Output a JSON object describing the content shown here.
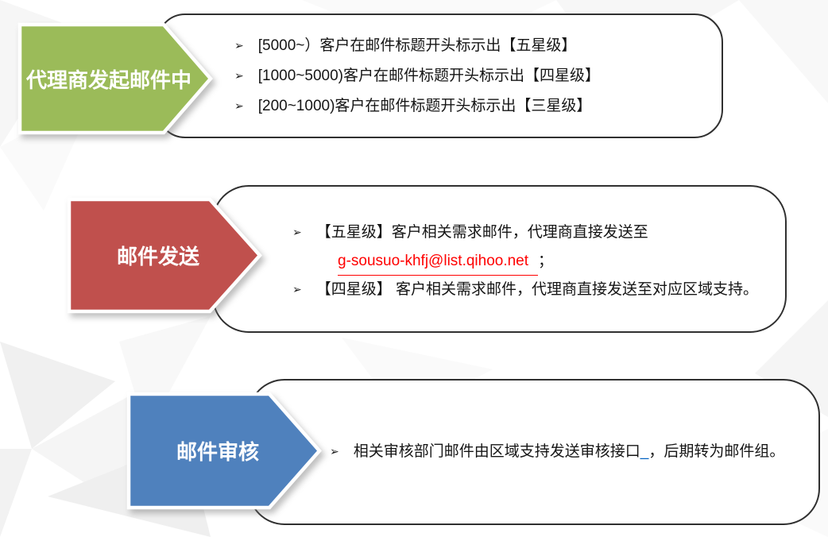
{
  "bullet_glyph": "➢",
  "colors": {
    "step1_green": "#9bbb59",
    "step2_red": "#c0504d",
    "step3_blue": "#4f81bd",
    "email_link_red": "#ff0000",
    "link_mark_blue": "#0563c1",
    "box_border": "#303030",
    "body_text": "#151515",
    "arrow_label_text": "#ffffff"
  },
  "step1": {
    "label": "代理商发起邮件中",
    "bullets": [
      "[5000~）客户在邮件标题开头标示出【五星级】",
      "[1000~5000)客户在邮件标题开头标示出【四星级】",
      "[200~1000)客户在邮件标题开头标示出【三星级】"
    ]
  },
  "step2": {
    "label": "邮件发送",
    "bullet1_text": "【五星级】客户相关需求邮件，代理商直接发送至",
    "bullet1_email": "g-sousuo-khfj@list.qihoo.net",
    "bullet1_after_email": "；",
    "bullet2_text": "【四星级】 客户相关需求邮件，代理商直接发送至对应区域支持。"
  },
  "step3": {
    "label": "邮件审核",
    "bullet_text": "相关审核部门邮件由区域支持发送审核接口",
    "link_mark": "_",
    "bullet_text_after": "，后期转为邮件组。"
  }
}
